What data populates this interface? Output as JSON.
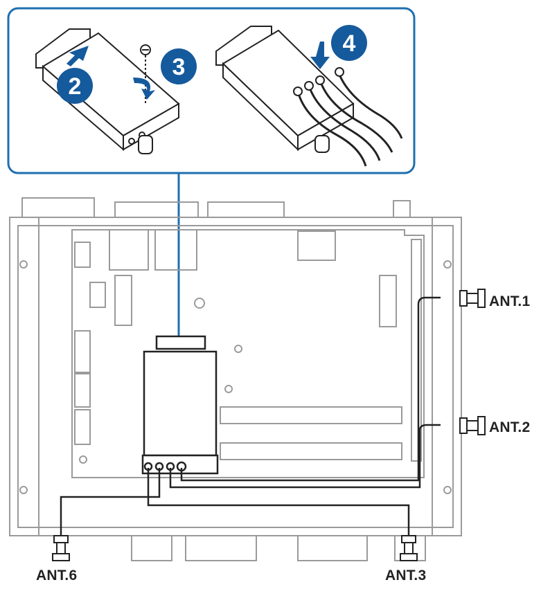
{
  "steps": [
    {
      "number": "2"
    },
    {
      "number": "3"
    },
    {
      "number": "4"
    }
  ],
  "antennas": {
    "ant1": "ANT.1",
    "ant2": "ANT.2",
    "ant3": "ANT.3",
    "ant6": "ANT.6"
  },
  "colors": {
    "callout_border": "#1e6fb0",
    "step_badge": "#155a9c",
    "line": "#222222"
  }
}
